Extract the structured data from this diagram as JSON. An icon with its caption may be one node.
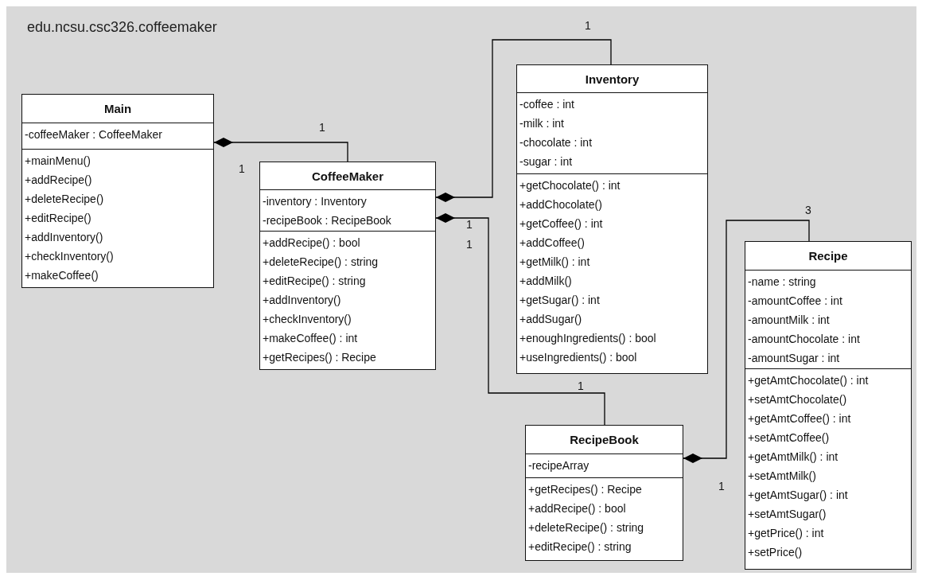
{
  "diagram": {
    "nodes": [
      {
        "text": [
          "edu.ncsu.csc326.coffeemaker"
        ]
      },
      {
        "text": [
          "Main"
        ],
        "in": 0
      },
      {
        "text": [
          "-coffeeMaker : CoffeeMaker"
        ],
        "in": 1
      },
      {
        "text": [
          "+mainMenu()",
          "+addRecipe()",
          "+deleteRecipe()",
          "+editRecipe()",
          "+addInventory()",
          "+checkInventory()",
          "+makeCoffee()"
        ],
        "in": 1
      },
      {
        "text": [
          "CoffeeMaker"
        ],
        "in": 0
      },
      {
        "text": [
          "-inventory : Inventory",
          "-recipeBook : RecipeBook"
        ],
        "in": 4
      },
      {
        "text": [
          "+addRecipe() : bool",
          "+deleteRecipe() : string",
          "+editRecipe() : string",
          "+addInventory()",
          "+checkInventory()",
          "+makeCoffee() : int",
          "+getRecipes() : Recipe"
        ],
        "in": 4
      },
      {
        "text": [
          "Inventory"
        ],
        "in": 0
      },
      {
        "text": [
          "-coffee : int",
          "-milk : int",
          "-chocolate : int",
          "-sugar : int"
        ],
        "in": 7
      },
      {
        "text": [
          "+getChocolate() : int",
          "+addChocolate()",
          "+getCoffee() : int",
          "+addCoffee()",
          "+getMilk() : int",
          "+addMilk()",
          "+getSugar() : int",
          "+addSugar()",
          "+enoughIngredients() : bool",
          "+useIngredients() : bool"
        ],
        "in": 7
      },
      {
        "text": [
          "RecipeBook"
        ],
        "in": 0
      },
      {
        "text": [
          "-recipeArray"
        ],
        "in": 10
      },
      {
        "text": [
          "+getRecipes() : Recipe",
          "+addRecipe() : bool",
          "+deleteRecipe() : string",
          "+editRecipe() : string"
        ],
        "in": 10
      },
      {
        "text": [
          "Recipe"
        ],
        "in": 0
      },
      {
        "text": [
          "-name : string",
          "-amountCoffee : int",
          "-amountMilk : int",
          "-amountChocolate : int",
          "-amountSugar : int"
        ],
        "in": 13
      },
      {
        "text": [
          "+getAmtChocolate() : int",
          "+setAmtChocolate()",
          "+getAmtCoffee() : int",
          "+setAmtCoffee()",
          "+getAmtMilk() : int",
          "+setAmtMilk()",
          "+getAmtSugar() : int",
          "+setAmtSugar()",
          "+getPrice() : int",
          "+setPrice()"
        ],
        "in": 13
      }
    ],
    "edges": [
      {
        "from": 1,
        "to": 4,
        "arrow": "other"
      },
      {
        "from": 4,
        "to": 7,
        "arrow": "other"
      },
      {
        "from": 4,
        "to": 10,
        "arrow": "other"
      },
      {
        "from": 10,
        "to": 13,
        "arrow": "other"
      }
    ],
    "labels": [
      "1",
      "1",
      "1",
      "3",
      "1",
      "1",
      "1",
      "1"
    ]
  }
}
